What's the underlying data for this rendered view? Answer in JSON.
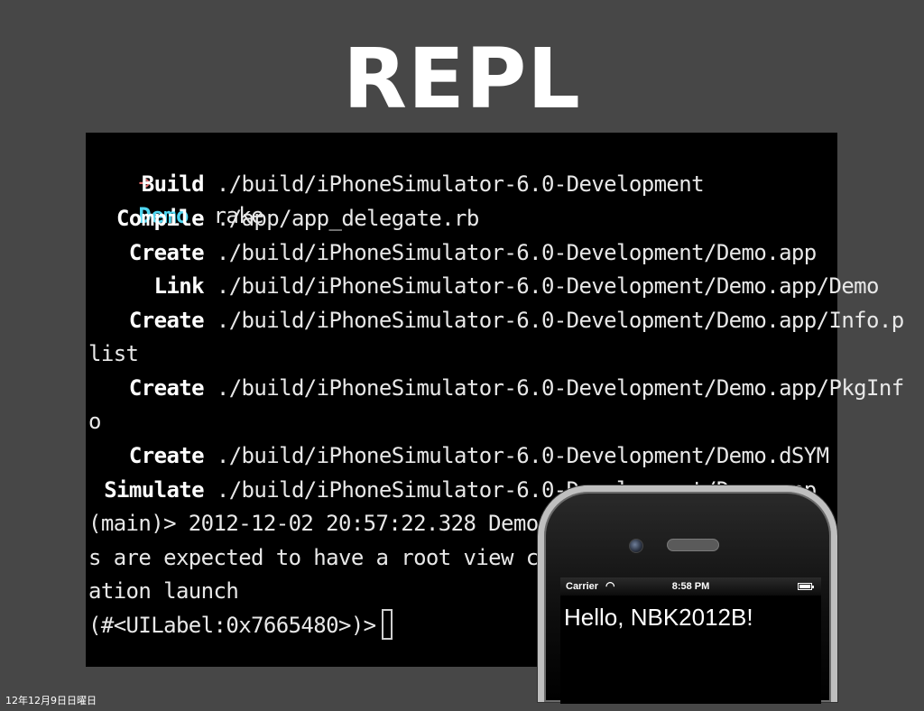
{
  "slide": {
    "title": "REPL",
    "footer_date": "12年12月9日日曜日"
  },
  "terminal": {
    "prompt_arrow": "➜",
    "prompt_dir": "Demo",
    "prompt_cmd": "rake",
    "build_lines": [
      {
        "kw": "Build",
        "path": "./build/iPhoneSimulator-6.0-Development"
      },
      {
        "kw": "Compile",
        "path": "./app/app_delegate.rb"
      },
      {
        "kw": "Create",
        "path": "./build/iPhoneSimulator-6.0-Development/Demo.app"
      },
      {
        "kw": "Link",
        "path": "./build/iPhoneSimulator-6.0-Development/Demo.app/Demo"
      },
      {
        "kw": "Create",
        "path": "./build/iPhoneSimulator-6.0-Development/Demo.app/Info.p"
      }
    ],
    "wrap_1": "list",
    "build_line_6": {
      "kw": "Create",
      "path": "./build/iPhoneSimulator-6.0-Development/Demo.app/PkgInf"
    },
    "wrap_2": "o",
    "build_line_7": {
      "kw": "Create",
      "path": "./build/iPhoneSimulator-6.0-Development/Demo.dSYM"
    },
    "build_line_8": {
      "kw": "Simulate",
      "path": "./build/iPhoneSimulator-6.0-Development/Demo.app"
    },
    "log_line_1": "(main)> 2012-12-02 20:57:22.328 Demo[8655",
    "log_line_2": "s are expected to have a root view contr",
    "log_line_3": "ation launch",
    "repl_result": "(#<UILabel:0x7665480>)>"
  },
  "iphone": {
    "carrier": "Carrier",
    "wifi_icon": "wifi-icon",
    "time": "8:58 PM",
    "battery_icon": "battery-icon",
    "label_text": "Hello, NBK2012B!"
  }
}
